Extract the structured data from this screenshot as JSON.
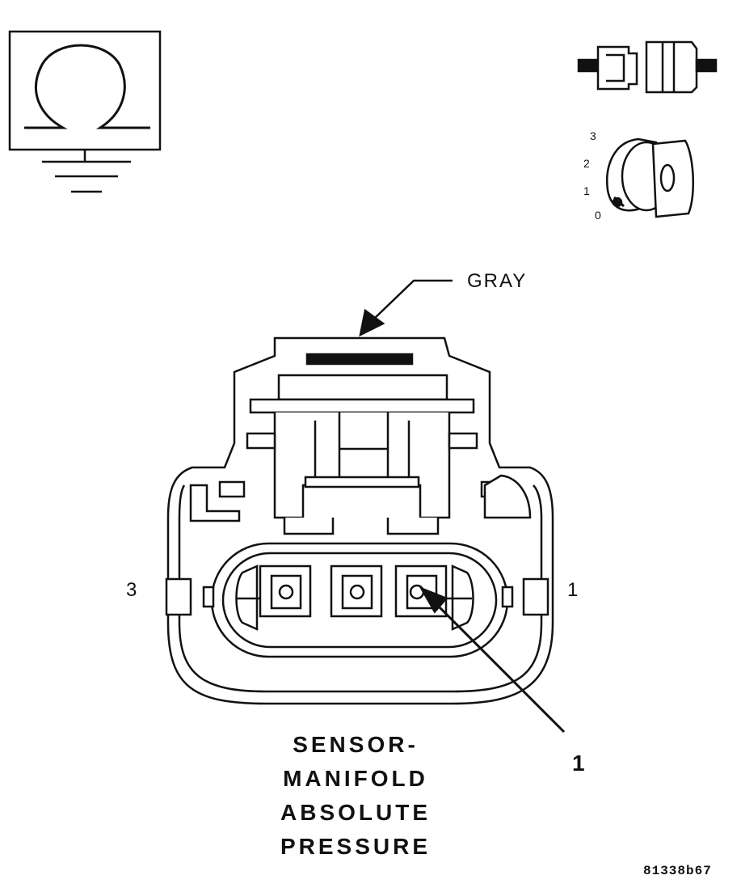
{
  "connector": {
    "name_lines": [
      "SENSOR-",
      "MANIFOLD",
      "ABSOLUTE",
      "PRESSURE"
    ],
    "color": "GRAY",
    "pin_left": "3",
    "pin_right": "1",
    "callout": "1"
  },
  "ignition_positions": [
    "3",
    "2",
    "1",
    "0"
  ],
  "reference_code": "81338b67",
  "icons": {
    "ohmmeter": "ohmmeter-ground-icon",
    "connector_disconnect": "connector-disconnected-icon",
    "ignition": "ignition-off-icon"
  }
}
